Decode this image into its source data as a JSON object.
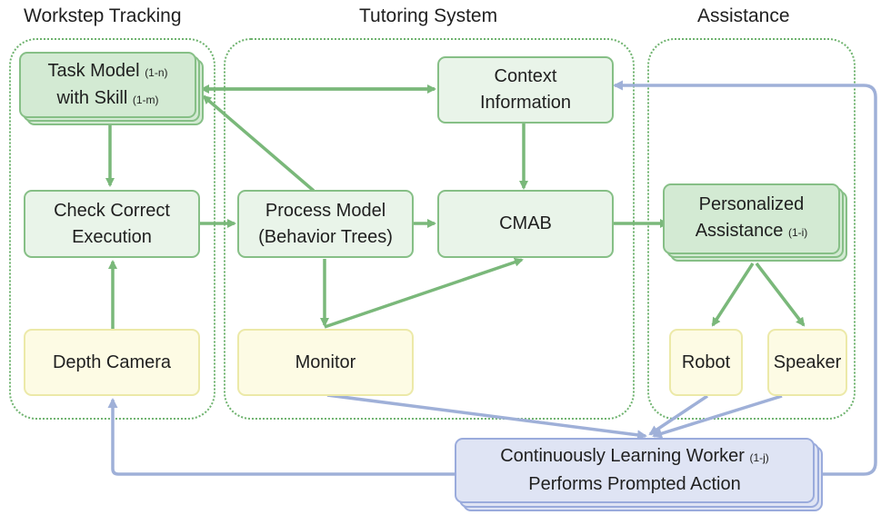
{
  "sections": {
    "workstep": "Workstep Tracking",
    "tutoring": "Tutoring System",
    "assistance": "Assistance"
  },
  "nodes": {
    "task_model": {
      "line1": "Task Model",
      "line1_note": "(1-n)",
      "line2": "with Skill",
      "line2_note": "(1-m)"
    },
    "check_correct": {
      "line1": "Check Correct",
      "line2": "Execution"
    },
    "depth_camera": {
      "label": "Depth Camera"
    },
    "process_model": {
      "line1": "Process Model",
      "line2": "(Behavior Trees)"
    },
    "monitor": {
      "label": "Monitor"
    },
    "context_info": {
      "line1": "Context",
      "line2": "Information"
    },
    "cmab": {
      "label": "CMAB"
    },
    "personalized": {
      "line1": "Personalized",
      "line2": "Assistance",
      "line2_note": "(1-i)"
    },
    "robot": {
      "label": "Robot"
    },
    "speaker": {
      "label": "Speaker"
    },
    "worker": {
      "line1": "Continuously Learning Worker",
      "line1_note": "(1-j)",
      "line2": "Performs Prompted Action"
    }
  },
  "colors": {
    "green_arrow": "#7ab87a",
    "blue_arrow": "#9fb0d8",
    "group_border": "#6fb36f"
  }
}
